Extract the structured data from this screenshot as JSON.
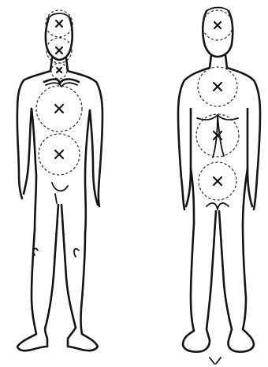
{
  "colors": {
    "ink": "#141414",
    "background": "#ffffff"
  },
  "figures": [
    {
      "view": "front",
      "icon": "front-body-outline-icon",
      "zones": [
        "head",
        "neck",
        "throat",
        "chest",
        "abdomen"
      ]
    },
    {
      "view": "back",
      "icon": "back-body-outline-icon",
      "zones": [
        "head",
        "upper-back",
        "lower-back",
        "sacrum"
      ]
    }
  ],
  "marker_icon": "cross-mark-icon"
}
